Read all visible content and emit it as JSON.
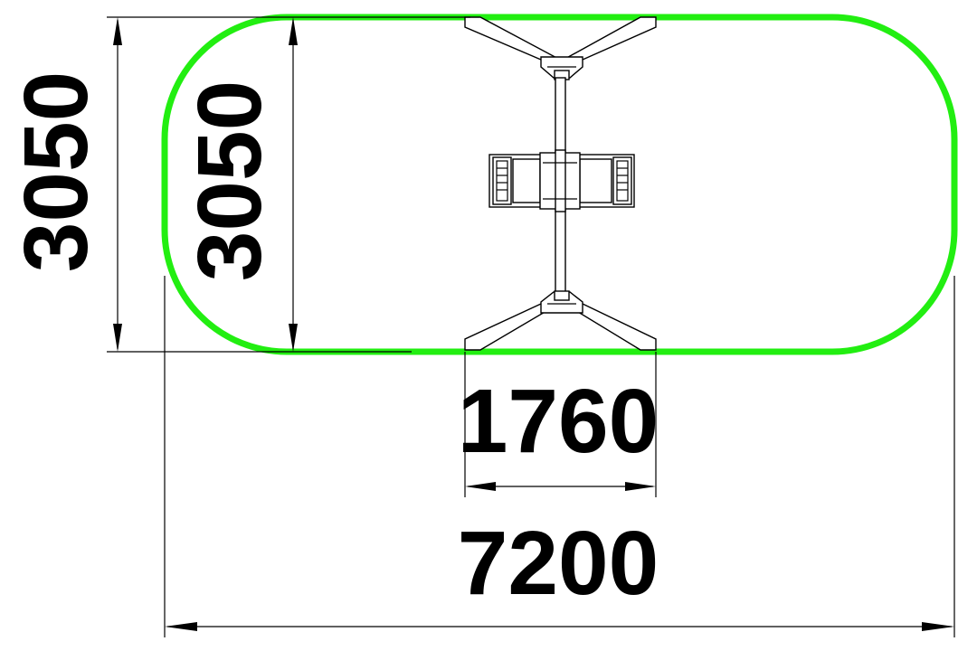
{
  "colors": {
    "safety_zone": "#22ee11",
    "lines": "#000000",
    "background": "#ffffff"
  },
  "dimensions": {
    "overall_width": "7200",
    "overall_depth": "3050",
    "zone_depth": "3050",
    "frame_width": "1760"
  }
}
